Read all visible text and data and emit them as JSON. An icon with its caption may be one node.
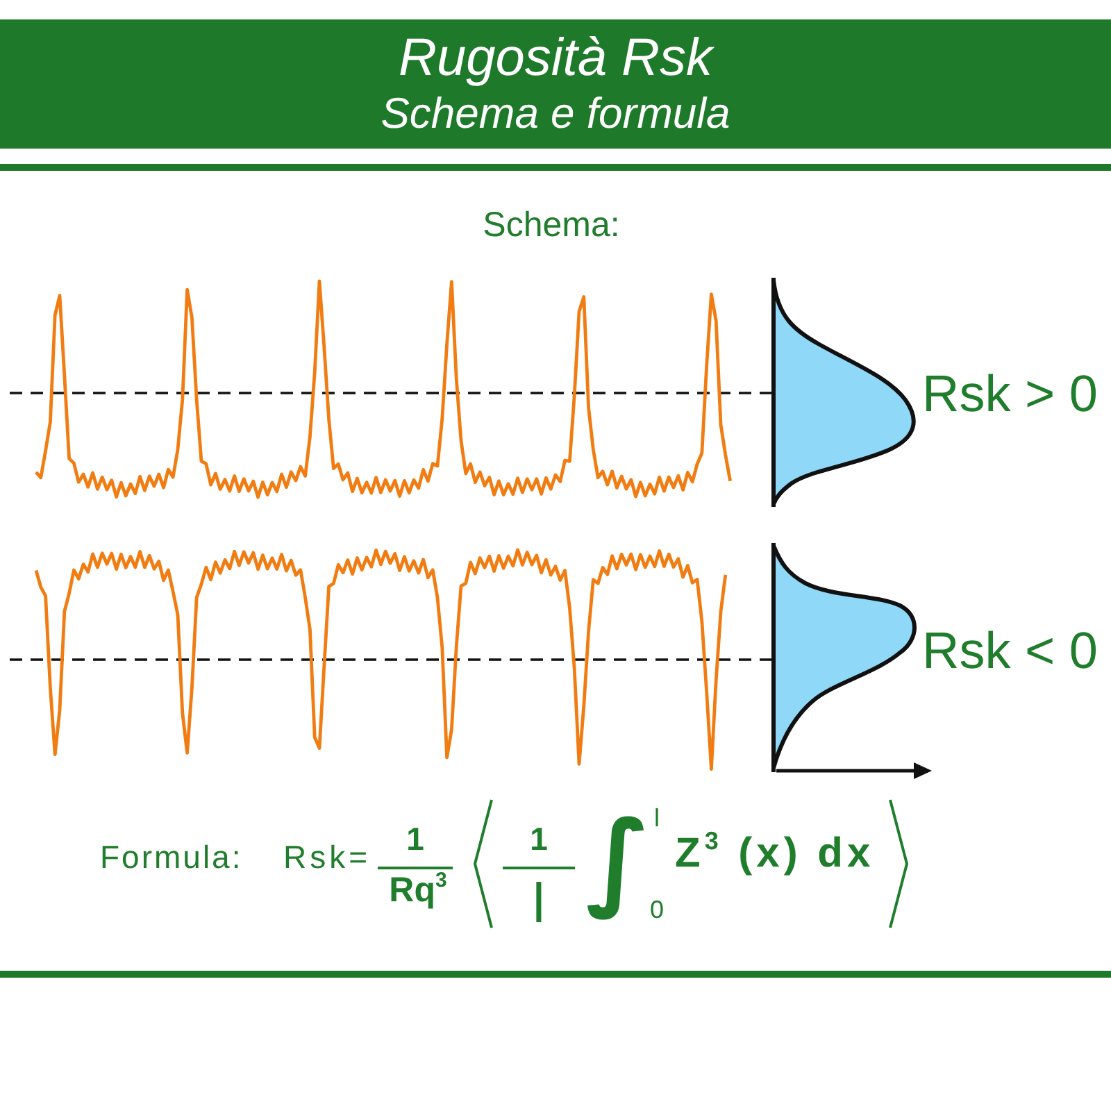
{
  "diagram": {
    "title": "Rugosità Rsk",
    "labels": [
      "Schema e formula",
      "Schema:",
      "Rsk > 0",
      "Rsk < 0",
      "Formula:",
      "Rsk=",
      "1",
      "Rq$^{3}$",
      "1",
      "l",
      "∫",
      "l",
      "0",
      "Z$^{3}$ (x) dx"
    ]
  }
}
